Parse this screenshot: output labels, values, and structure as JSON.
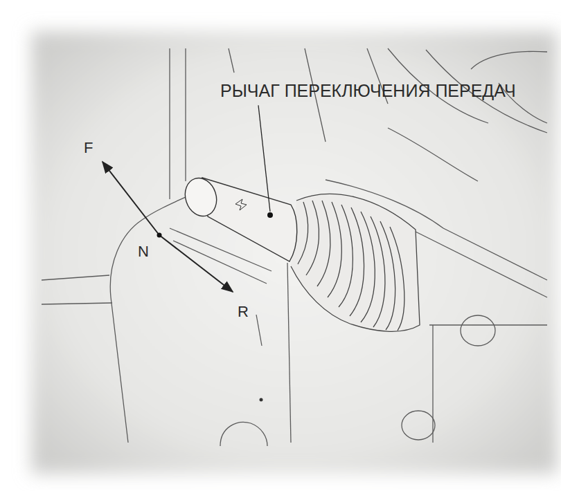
{
  "diagram": {
    "labels": [
      "РЫЧАГ ПЕРЕКЛЮЧЕНИЯ ПЕРЕДАЧ",
      "F",
      "N",
      "R"
    ]
  }
}
